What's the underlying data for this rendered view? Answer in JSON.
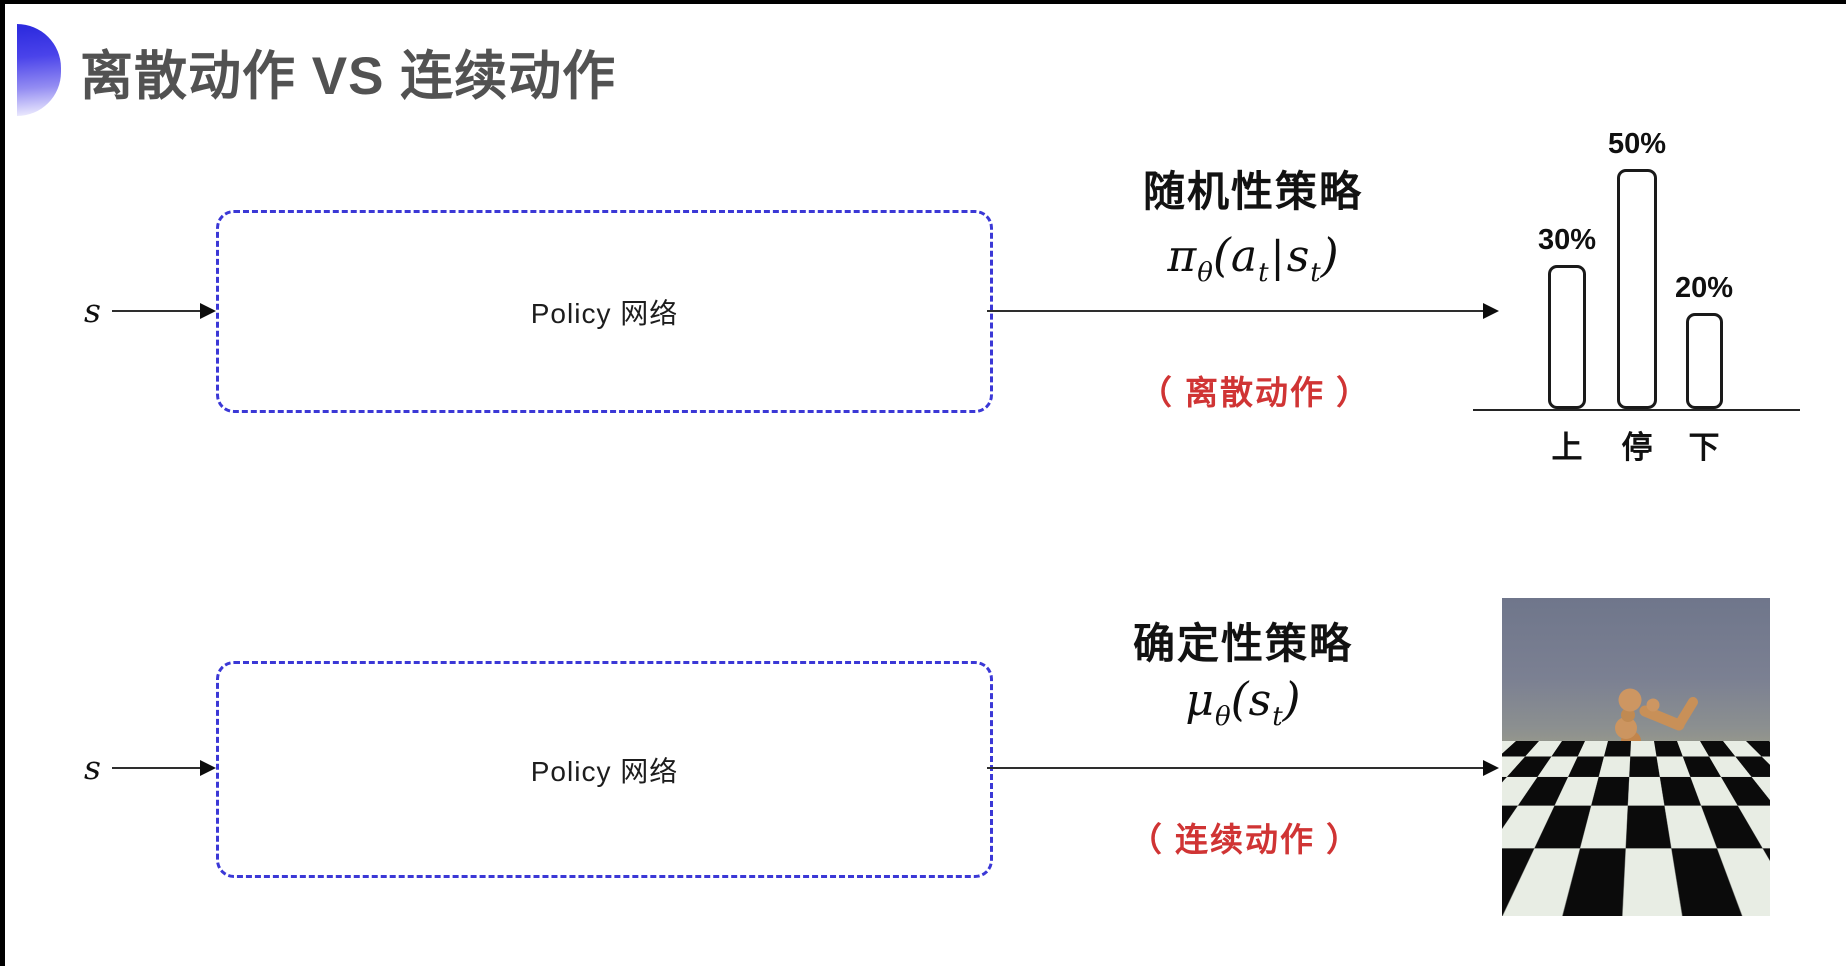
{
  "title": "离散动作 VS 连续动作",
  "icons": {
    "title_bullet": "blue-gradient-half-circle"
  },
  "colors": {
    "box_border_blue": "#3b38d6",
    "accent_red": "#d03434",
    "title_gray": "#525252",
    "arrow_black": "#2e2e2e"
  },
  "top_row": {
    "input_label": "s",
    "network_label": "Policy 网络",
    "policy_title": "随机性策略",
    "formula": {
      "pi": "π",
      "theta": "θ",
      "open": "(",
      "a": "a",
      "t1": "t",
      "pipe": "|",
      "s": "s",
      "t2": "t",
      "close": ")"
    },
    "action_note": "（ 离散动作 ）",
    "chart_data": {
      "type": "bar",
      "categories": [
        "上",
        "停",
        "下"
      ],
      "values": [
        30,
        50,
        20
      ],
      "value_labels": [
        "30%",
        "50%",
        "20%"
      ],
      "ylim": [
        0,
        60
      ],
      "bar_style": "outlined-rounded-white",
      "legend": "none",
      "grid": false
    }
  },
  "bottom_row": {
    "input_label": "s",
    "network_label": "Policy 网络",
    "policy_title": "确定性策略",
    "formula": {
      "mu": "μ",
      "theta": "θ",
      "open": "(",
      "s": "s",
      "t": "t",
      "close": ")"
    },
    "action_note": "（ 连续动作 ）",
    "illustration": "mujoco-humanoid-on-checkerboard-floor"
  }
}
